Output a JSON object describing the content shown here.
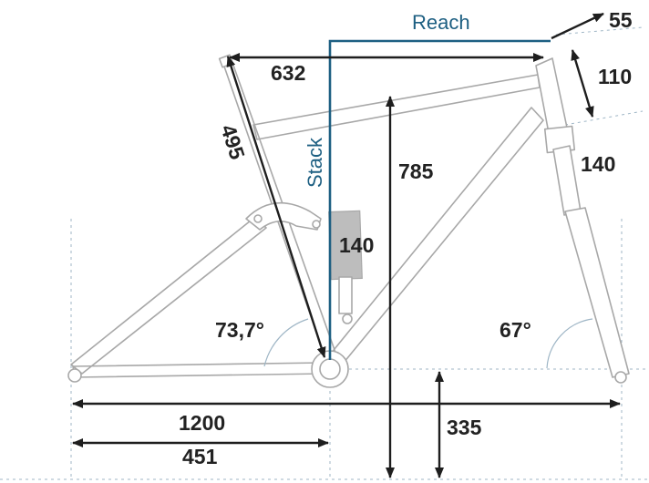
{
  "labels": {
    "reach": "Reach",
    "stack": "Stack",
    "d55": "55",
    "d110": "110",
    "d632": "632",
    "d495": "495",
    "d785": "785",
    "d140_fork": "140",
    "d140_shock": "140",
    "angle_seat": "73,7°",
    "angle_head": "67°",
    "d1200": "1200",
    "d451": "451",
    "d335": "335"
  },
  "colors": {
    "frame": "#a8a8a8",
    "dimension": "#1e1e1e",
    "reach_stack": "#1d5f82",
    "guide": "#9fb6c6"
  }
}
